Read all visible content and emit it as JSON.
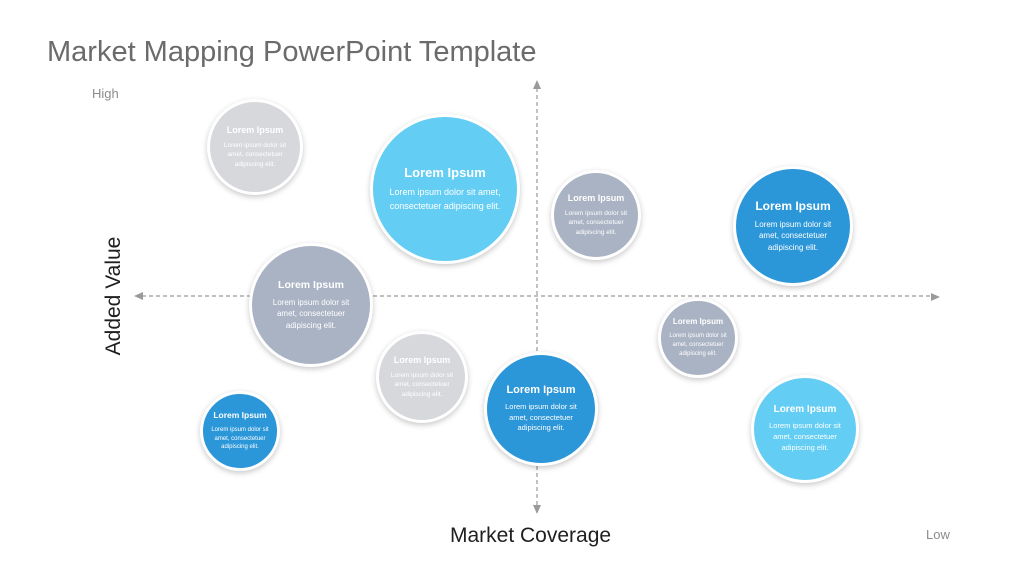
{
  "slide": {
    "title": "Market Mapping PowerPoint Template",
    "high_label": "High",
    "low_label": "Low",
    "x_axis_title": "Market Coverage",
    "y_axis_title": "Added Value"
  },
  "colors": {
    "light_gray": "#d6d8dc",
    "slate_gray": "#aab3c4",
    "sky_blue": "#63cdf3",
    "medium_blue": "#2b96d8",
    "axis_gray": "#9a9a9a"
  },
  "bubbles": [
    {
      "title": "Lorem Ipsum",
      "text": "Lorem ipsum dolor sit amet, consectetuer adipiscing elit.",
      "color": "#d6d8dc"
    },
    {
      "title": "Lorem Ipsum",
      "text": "Lorem ipsum dolor sit amet, consectetuer adipiscing elit.",
      "color": "#63cdf3"
    },
    {
      "title": "Lorem Ipsum",
      "text": "Lorem ipsum dolor sit amet, consectetuer adipiscing elit.",
      "color": "#aab3c4"
    },
    {
      "title": "Lorem Ipsum",
      "text": "Lorem ipsum dolor sit amet, consectetuer adipiscing elit.",
      "color": "#2b96d8"
    },
    {
      "title": "Lorem Ipsum",
      "text": "Lorem ipsum dolor sit amet, consectetuer adipiscing elit.",
      "color": "#aab3c4"
    },
    {
      "title": "Lorem Ipsum",
      "text": "Lorem ipsum dolor sit amet, consectetuer adipiscing elit.",
      "color": "#aab3c4"
    },
    {
      "title": "Lorem Ipsum",
      "text": "Lorem ipsum dolor sit amet, consectetuer adipiscing elit.",
      "color": "#d6d8dc"
    },
    {
      "title": "Lorem Ipsum",
      "text": "Lorem ipsum dolor sit amet, consectetuer adipiscing elit.",
      "color": "#2b96d8"
    },
    {
      "title": "Lorem Ipsum",
      "text": "Lorem ipsum dolor sit amet, consectetuer adipiscing elit.",
      "color": "#2b96d8"
    },
    {
      "title": "Lorem Ipsum",
      "text": "Lorem ipsum dolor sit amet, consectetuer adipiscing elit.",
      "color": "#63cdf3"
    }
  ]
}
